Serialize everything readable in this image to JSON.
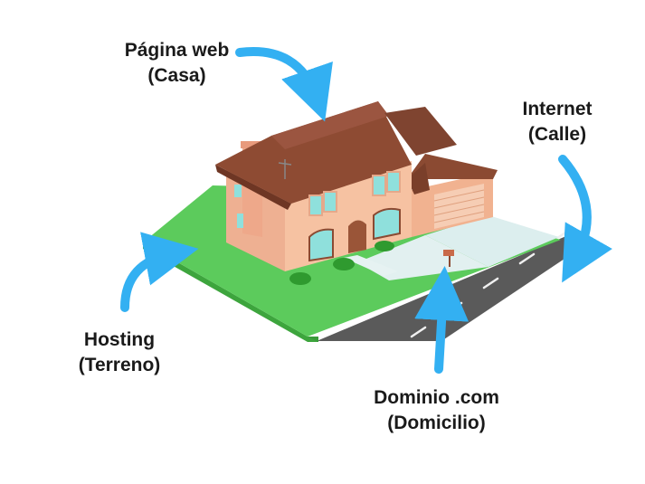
{
  "labels": {
    "web": {
      "line1": "Página web",
      "line2": "(Casa)"
    },
    "internet": {
      "line1": "Internet",
      "line2": "(Calle)"
    },
    "hosting": {
      "line1": "Hosting",
      "line2": "(Terreno)"
    },
    "dominio": {
      "line1": "Dominio .com",
      "line2": "(Domicilio)"
    }
  },
  "colors": {
    "arrow": "#33b0f2",
    "grass": "#5ccb5c",
    "grass_side": "#3da53d",
    "road": "#555555",
    "wall": "#f3b896",
    "roof": "#8b4a32",
    "window": "#8fe0dc",
    "driveway": "#d9eeee"
  }
}
